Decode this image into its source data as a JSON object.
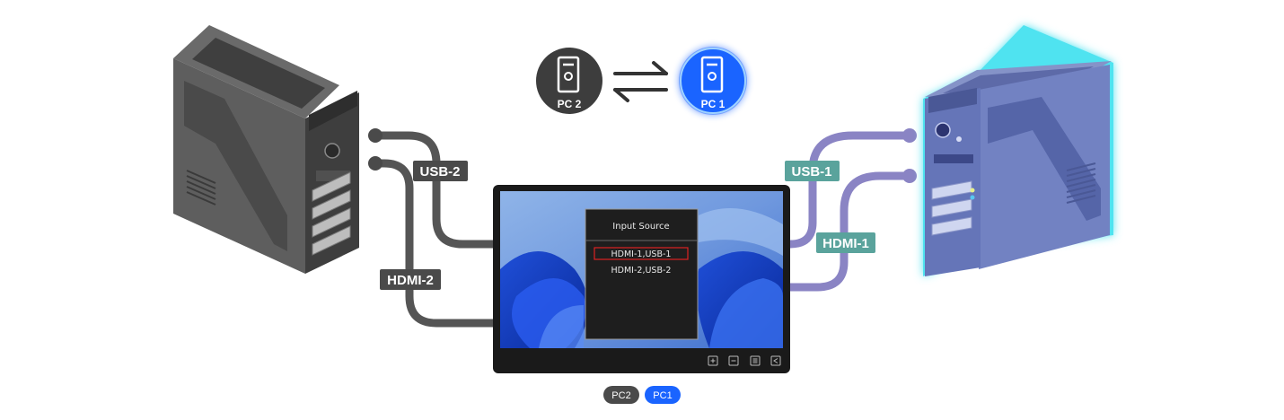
{
  "switch_indicator": {
    "left_pc_label": "PC 2",
    "right_pc_label": "PC 1",
    "active": "PC 1",
    "active_color": "#1a64ff",
    "inactive_color": "#3d3d3d"
  },
  "cables": {
    "usb2_label": "USB-2",
    "hdmi2_label": "HDMI-2",
    "usb1_label": "USB-1",
    "hdmi1_label": "HDMI-1",
    "left_cable_color": "#555555",
    "right_cable_color": "#8a84c4",
    "label_left_color": "#4a4a4a",
    "label_right_color": "#5aa39c"
  },
  "monitor": {
    "osd_title": "Input Source",
    "osd_options": [
      "HDMI-1,USB-1",
      "HDMI-2,USB-2"
    ],
    "selected_option": "HDMI-1,USB-1",
    "buttons": [
      "plus-icon",
      "minus-icon",
      "menu-icon",
      "back-icon"
    ]
  },
  "pills": {
    "pc2": "PC2",
    "pc1": "PC1"
  }
}
